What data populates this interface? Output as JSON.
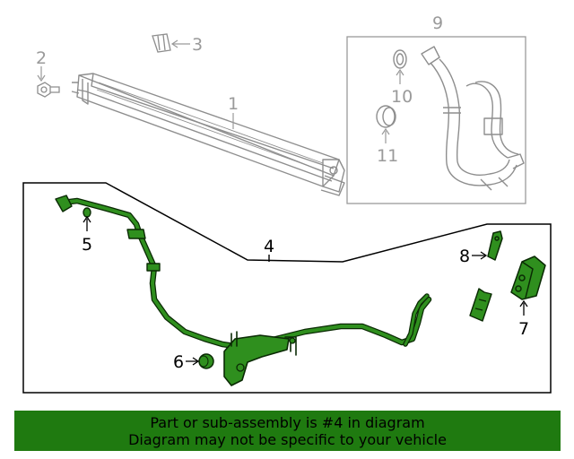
{
  "callouts": {
    "c1": "1",
    "c2": "2",
    "c3": "3",
    "c4": "4",
    "c5": "5",
    "c6": "6",
    "c7": "7",
    "c8": "8",
    "c9": "9",
    "c10": "10",
    "c11": "11"
  },
  "banner": {
    "line1": "Part or sub-assembly is #4 in diagram",
    "line2": "Diagram may not be specific to your vehicle"
  },
  "colors": {
    "highlight_part": "#1e7a14",
    "other_parts": "#9a9a9a",
    "banner_background": "#1f7a10",
    "text": "#000000"
  }
}
